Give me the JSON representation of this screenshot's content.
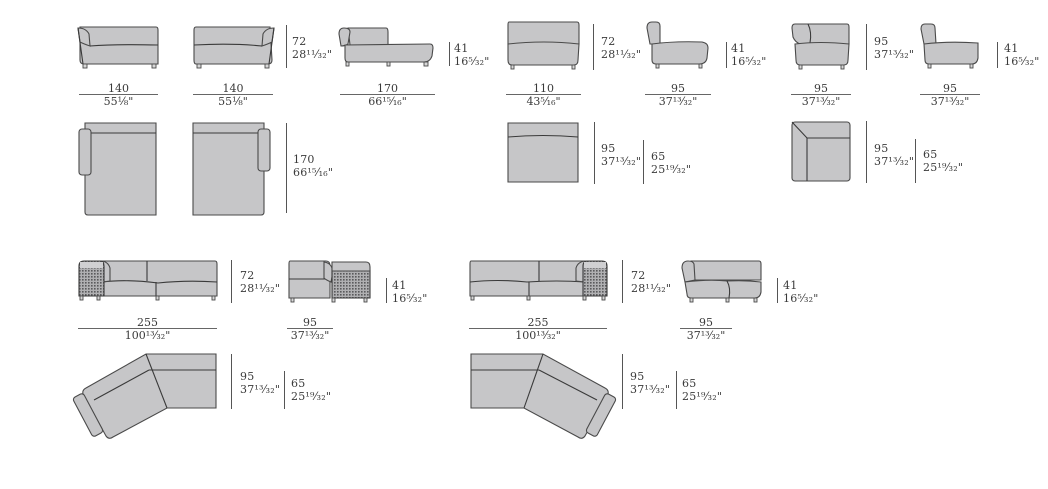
{
  "title": "Modular sofa elements — dimension sheet",
  "colors": {
    "upholstery": "#c6c6c8",
    "outline": "#4a4a4a",
    "text": "#3a3a3a",
    "background": "#ffffff"
  },
  "units": {
    "primary": "cm",
    "secondary": "inches"
  },
  "elements": [
    {
      "id": "e1",
      "view": "front",
      "desc": "Sofa 140 with left arm",
      "width_cm": "140",
      "width_in": "55⅛\""
    },
    {
      "id": "e2",
      "view": "front",
      "desc": "Sofa 140 with right arm",
      "width_cm": "140",
      "width_in": "55⅛\"",
      "height_cm": "72",
      "height_in": "28¹¹/₃₂\""
    },
    {
      "id": "e3",
      "view": "side",
      "desc": "Chaise longue 170",
      "width_cm": "170",
      "width_in": "66¹⁵/₁₆\"",
      "seat_cm": "41",
      "seat_in": "16⁵/₃₂\""
    },
    {
      "id": "e4",
      "view": "front",
      "desc": "Central element 110",
      "width_cm": "110",
      "width_in": "43⁵/₁₆\"",
      "height_cm": "72",
      "height_in": "28¹¹/₃₂\""
    },
    {
      "id": "e5",
      "view": "side",
      "desc": "Central element side",
      "width_cm": "95",
      "width_in": "37¹³/₃₂\"",
      "seat_cm": "41",
      "seat_in": "16⁵/₃₂\""
    },
    {
      "id": "e6",
      "view": "front",
      "desc": "Corner element 95",
      "width_cm": "95",
      "width_in": "37¹³/₃₂\"",
      "depth_cm": "95",
      "depth_in": "37¹³/₃₂\""
    },
    {
      "id": "e7",
      "view": "side",
      "desc": "Corner element side",
      "width_cm": "95",
      "width_in": "37¹³/₃₂\"",
      "seat_cm": "41",
      "seat_in": "16⁵/₃₂\""
    },
    {
      "id": "p1",
      "view": "plan",
      "desc": "Chaise longue plan left + right",
      "depth_cm": "170",
      "depth_in": "66¹⁵/₁₆\""
    },
    {
      "id": "p2",
      "view": "plan",
      "desc": "Central element plan",
      "depth_cm": "95",
      "depth_in": "37¹³/₃₂\"",
      "seat_depth_cm": "65",
      "seat_depth_in": "25¹⁹/₃₂\""
    },
    {
      "id": "p3",
      "view": "plan",
      "desc": "Corner element plan",
      "depth_cm": "95",
      "depth_in": "37¹³/₃₂\"",
      "seat_depth_cm": "65",
      "seat_depth_in": "25¹⁹/₃₂\""
    },
    {
      "id": "c1",
      "view": "front",
      "desc": "Sofa 255 with wicker side table left",
      "width_cm": "255",
      "width_in": "100¹³/₃₂\"",
      "height_cm": "72",
      "height_in": "28¹¹/₃₂\""
    },
    {
      "id": "c2",
      "view": "side",
      "desc": "Side view with wicker table",
      "width_cm": "95",
      "width_in": "37¹³/₃₂\"",
      "seat_cm": "41",
      "seat_in": "16⁵/₃₂\""
    },
    {
      "id": "c3",
      "view": "front",
      "desc": "Sofa 255 with wicker side table right",
      "width_cm": "255",
      "width_in": "100¹³/₃₂\"",
      "height_cm": "72",
      "height_in": "28¹¹/₃₂\""
    },
    {
      "id": "c4",
      "view": "side",
      "desc": "Side view",
      "width_cm": "95",
      "width_in": "37¹³/₃₂\"",
      "seat_cm": "41",
      "seat_in": "16⁵/₃₂\""
    },
    {
      "id": "a1",
      "view": "plan",
      "desc": "Angled sofa plan left",
      "depth_cm": "95",
      "depth_in": "37¹³/₃₂\"",
      "seat_depth_cm": "65",
      "seat_depth_in": "25¹⁹/₃₂\""
    },
    {
      "id": "a2",
      "view": "plan",
      "desc": "Angled sofa plan right",
      "depth_cm": "95",
      "depth_in": "37¹³/₃₂\"",
      "seat_depth_cm": "65",
      "seat_depth_in": "25¹⁹/₃₂\""
    }
  ],
  "labels": {
    "e1_w": "140",
    "e1_wi": "55⅛\"",
    "e2_w": "140",
    "e2_wi": "55⅛\"",
    "e2_h": "72",
    "e2_hi": "28¹¹⁄₃₂\"",
    "e3_w": "170",
    "e3_wi": "66¹⁵⁄₁₆\"",
    "e3_h": "41",
    "e3_hi": "16⁵⁄₃₂\"",
    "e4_w": "110",
    "e4_wi": "43⁵⁄₁₆\"",
    "e4_h": "72",
    "e4_hi": "28¹¹⁄₃₂\"",
    "e5_w": "95",
    "e5_wi": "37¹³⁄₃₂\"",
    "e5_h": "41",
    "e5_hi": "16⁵⁄₃₂\"",
    "e6_w": "95",
    "e6_wi": "37¹³⁄₃₂\"",
    "e6_h": "95",
    "e6_hi": "37¹³⁄₃₂\"",
    "e7_w": "95",
    "e7_wi": "37¹³⁄₃₂\"",
    "e7_h": "41",
    "e7_hi": "16⁵⁄₃₂\"",
    "p1_d": "170",
    "p1_di": "66¹⁵⁄₁₆\"",
    "p2_d": "95",
    "p2_di": "37¹³⁄₃₂\"",
    "p2_s": "65",
    "p2_si": "25¹⁹⁄₃₂\"",
    "p3_d": "95",
    "p3_di": "37¹³⁄₃₂\"",
    "p3_s": "65",
    "p3_si": "25¹⁹⁄₃₂\"",
    "c1_w": "255",
    "c1_wi": "100¹³⁄₃₂\"",
    "c1_h": "72",
    "c1_hi": "28¹¹⁄₃₂\"",
    "c2_w": "95",
    "c2_wi": "37¹³⁄₃₂\"",
    "c2_h": "41",
    "c2_hi": "16⁵⁄₃₂\"",
    "c3_w": "255",
    "c3_wi": "100¹³⁄₃₂\"",
    "c3_h": "72",
    "c3_hi": "28¹¹⁄₃₂\"",
    "c4_w": "95",
    "c4_wi": "37¹³⁄₃₂\"",
    "c4_h": "41",
    "c4_hi": "16⁵⁄₃₂\"",
    "a1_d": "95",
    "a1_di": "37¹³⁄₃₂\"",
    "a1_s": "65",
    "a1_si": "25¹⁹⁄₃₂\"",
    "a2_d": "95",
    "a2_di": "37¹³⁄₃₂\"",
    "a2_s": "65",
    "a2_si": "25¹⁹⁄₃₂\""
  }
}
